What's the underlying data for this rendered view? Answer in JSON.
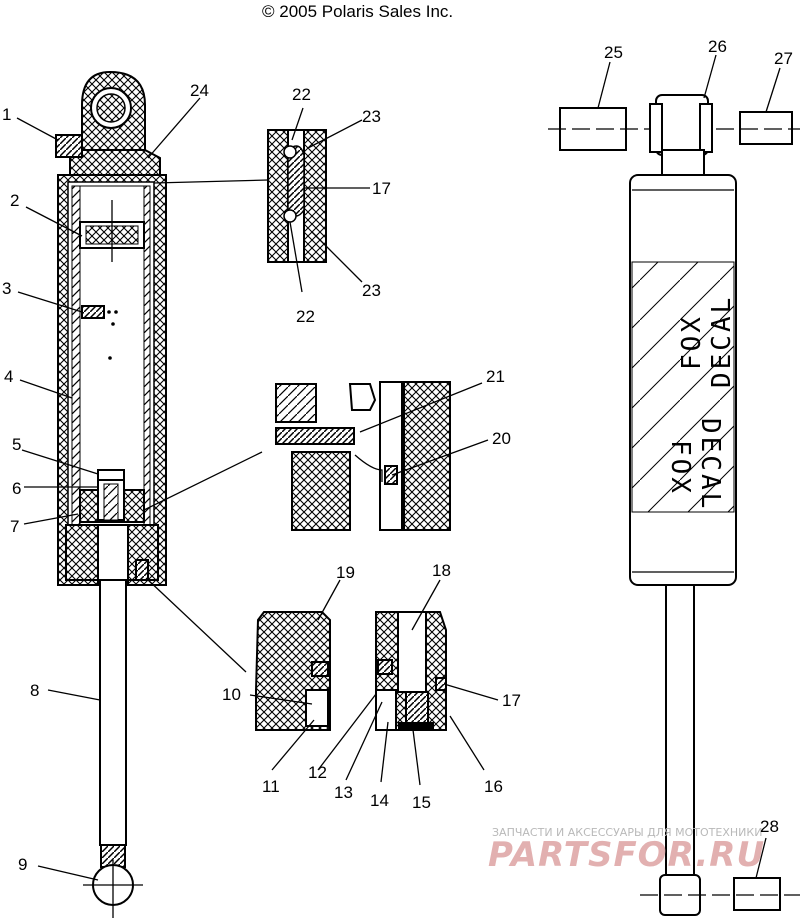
{
  "copyright": "© 2005 Polaris Sales Inc.",
  "callouts": {
    "c1": "1",
    "c2": "2",
    "c3": "3",
    "c4": "4",
    "c5": "5",
    "c6": "6",
    "c7": "7",
    "c8": "8",
    "c9": "9",
    "c10": "10",
    "c11": "11",
    "c12": "12",
    "c13": "13",
    "c14": "14",
    "c15": "15",
    "c16": "16",
    "c17a": "17",
    "c17b": "17",
    "c18": "18",
    "c19": "19",
    "c20": "20",
    "c21": "21",
    "c22a": "22",
    "c22b": "22",
    "c23a": "23",
    "c23b": "23",
    "c24": "24",
    "c25": "25",
    "c26": "26",
    "c27": "27",
    "c28": "28"
  },
  "decal": {
    "text1_line1": "FOX",
    "text1_line2": "DECAL",
    "text2_line1": "FOX",
    "text2_line2": "DECAL"
  },
  "watermark": {
    "tagline": "ЗАПЧАСТИ И АКСЕССУАРЫ ДЛЯ МОТОТЕХНИКИ",
    "brand": "PARTSFOR.RU"
  }
}
